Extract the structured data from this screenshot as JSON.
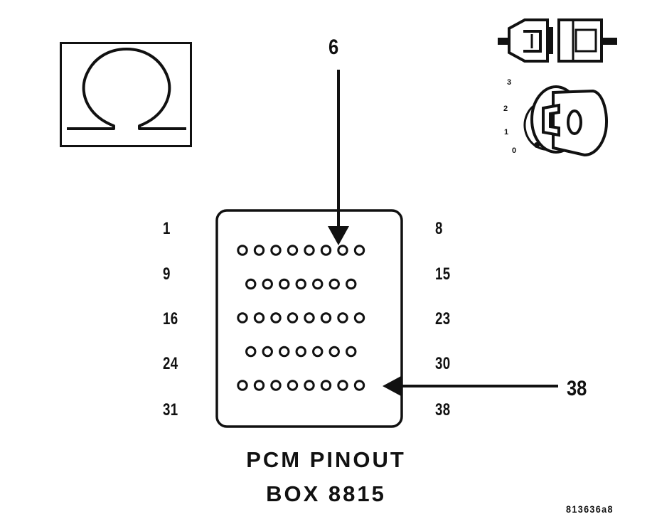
{
  "symbols": {
    "omega": "ohm-meter-icon",
    "connector": "disconnect-connector-icon",
    "ignition": "ignition-key-icon"
  },
  "ignition_positions": [
    "3",
    "2",
    "1",
    "0"
  ],
  "ignition_key_label": "O",
  "pin_box": {
    "rows": [
      {
        "left_label": "1",
        "right_label": "8",
        "pin_count": 8
      },
      {
        "left_label": "9",
        "right_label": "15",
        "pin_count": 7
      },
      {
        "left_label": "16",
        "right_label": "23",
        "pin_count": 8
      },
      {
        "left_label": "24",
        "right_label": "30",
        "pin_count": 7
      },
      {
        "left_label": "31",
        "right_label": "38",
        "pin_count": 8
      }
    ]
  },
  "callouts": {
    "top_pin": "6",
    "right_pin": "38"
  },
  "caption": {
    "line1": "PCM PINOUT",
    "line2": "BOX 8815"
  },
  "figure_id": "813636a8",
  "colors": {
    "ink": "#111111",
    "background": "#ffffff"
  }
}
